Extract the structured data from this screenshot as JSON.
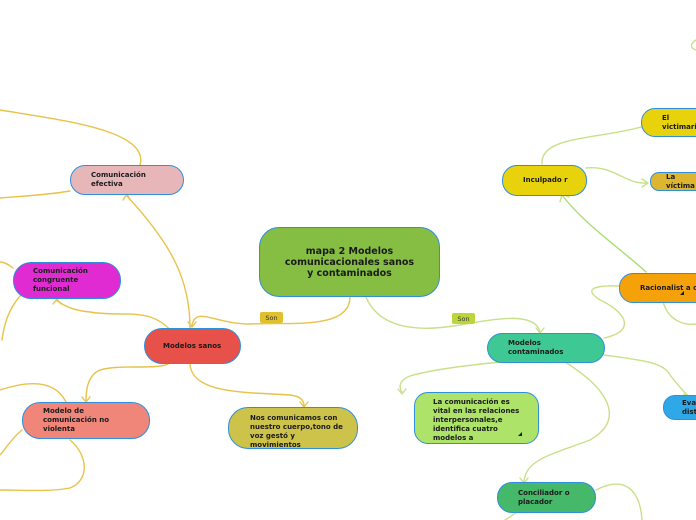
{
  "central": {
    "title": "mapa 2 Modelos comunicacionales sanos y contaminados"
  },
  "links": {
    "left_label": "Son",
    "right_label": "Son"
  },
  "nodes": {
    "comunicacion_efectiva": "Comunicación efectiva",
    "comunicacion_congruente": "Comunicación congruente funcional",
    "modelos_sanos": "Modelos sanos",
    "modelo_no_violenta": "Modelo de comunicación no violenta",
    "nos_comunicamos": "Nos comunicamos con nuestro cuerpo,tono de voz gestó y movimientos",
    "modelos_contaminados": "Modelos contaminados",
    "la_comunicacion_vital": "La comunicación es vital en las relaciones interpersonales,e identifica cuatro modelos a",
    "inculpador": "Inculpado r",
    "el_victimario": "El victimario",
    "la_victima": "La víctima",
    "racionalista": "Racionalist a o",
    "evasivo": "Eva dist",
    "conciliador": "Conciliador o placador"
  },
  "colors": {
    "central": "#86bd43",
    "comunicacion_efectiva": "#e6b6b8",
    "comunicacion_congruente": "#e02bd2",
    "modelos_sanos": "#e8504a",
    "modelo_no_violenta": "#f0857a",
    "nos_comunicamos": "#cdc34a",
    "modelos_contaminados": "#3ec994",
    "la_comunicacion_vital": "#aee36a",
    "inculpador": "#e8d20c",
    "el_victimario": "#e8d20c",
    "la_victima": "#ddb530",
    "racionalista": "#f5a20a",
    "evasivo": "#2fa8e8",
    "conciliador": "#46b86a",
    "tag_left": "#e0c02c",
    "tag_right": "#bcd63a",
    "link_left": "#e8c24a",
    "link_right": "#c9e08a",
    "link_inculpador": "#a9dd74",
    "node_border": "#2f8fd8"
  }
}
